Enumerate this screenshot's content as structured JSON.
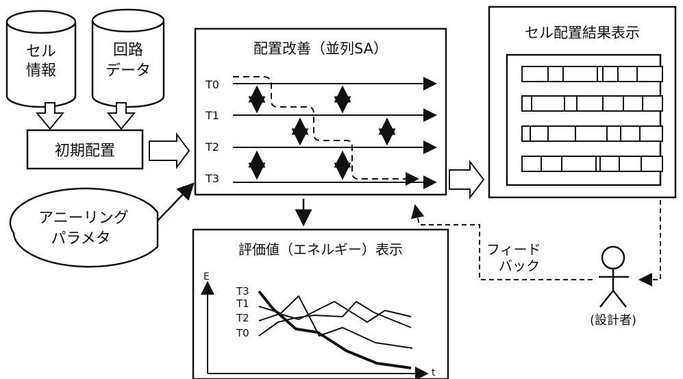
{
  "inputs": {
    "cell_info": [
      "セル",
      "情報"
    ],
    "circuit_data": [
      "回路",
      "データ"
    ],
    "initial_placement": "初期配置",
    "annealing_params": [
      "アニーリング",
      "パラメタ"
    ]
  },
  "parallel_sa": {
    "title": "配置改善（並列SA）",
    "threads": [
      "T0",
      "T1",
      "T2",
      "T3"
    ]
  },
  "result_display": {
    "title": "セル配置結果表示"
  },
  "energy_display": {
    "title": "評価値（エネルギー）表示",
    "y_axis": "E",
    "x_axis": "t",
    "series_labels": [
      "T3",
      "T1",
      "T2",
      "T0"
    ]
  },
  "feedback": [
    "フィード",
    "バック"
  ],
  "designer": "(設計者)"
}
